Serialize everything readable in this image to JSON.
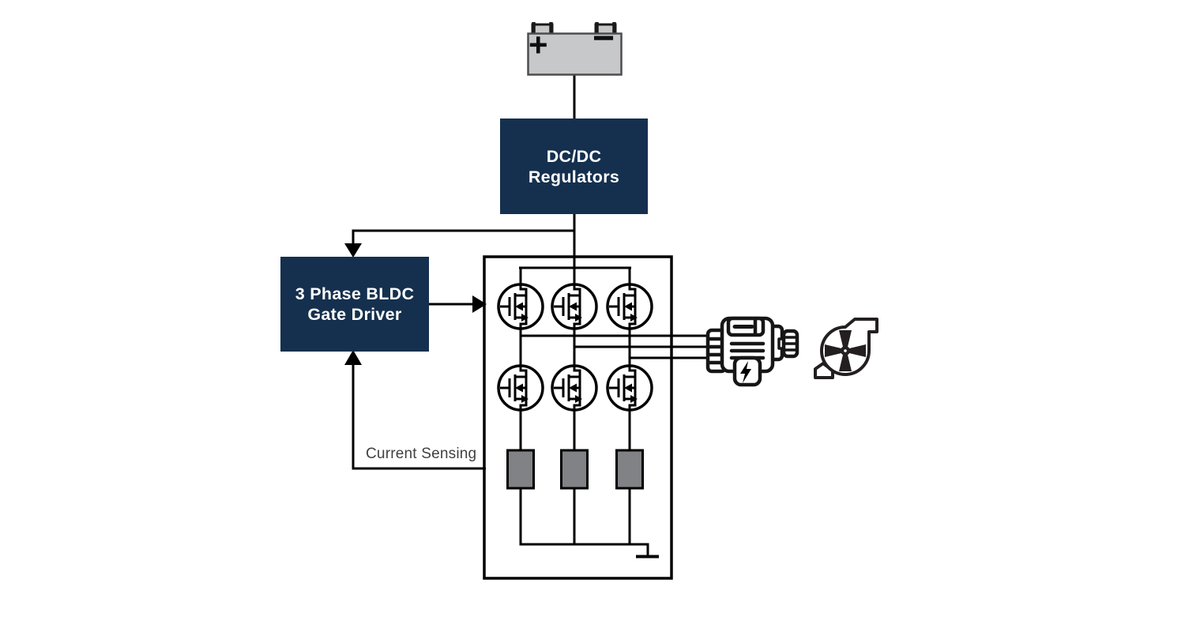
{
  "diagram": {
    "blocks": {
      "dcdc": {
        "line1": "DC/DC",
        "line2": "Regulators"
      },
      "gate_driver": {
        "line1": "3 Phase BLDC",
        "line2": "Gate Driver"
      }
    },
    "battery": {
      "plus_label": "+",
      "minus_label": "−"
    },
    "labels": {
      "current_sensing": "Current Sensing"
    },
    "colors": {
      "block_fill": "#15304E",
      "block_text": "#FFFFFF",
      "wire": "#000000",
      "battery_fill": "#C7C8CA",
      "battery_stroke": "#4D4D4F",
      "shunt_fill": "#808285",
      "label_text": "#414042",
      "background": "#FFFFFF"
    },
    "icons": [
      "battery-icon",
      "mosfet-icon",
      "shunt-resistor",
      "ground-icon",
      "motor-icon",
      "pump-fan-icon",
      "arrow-icon"
    ]
  }
}
